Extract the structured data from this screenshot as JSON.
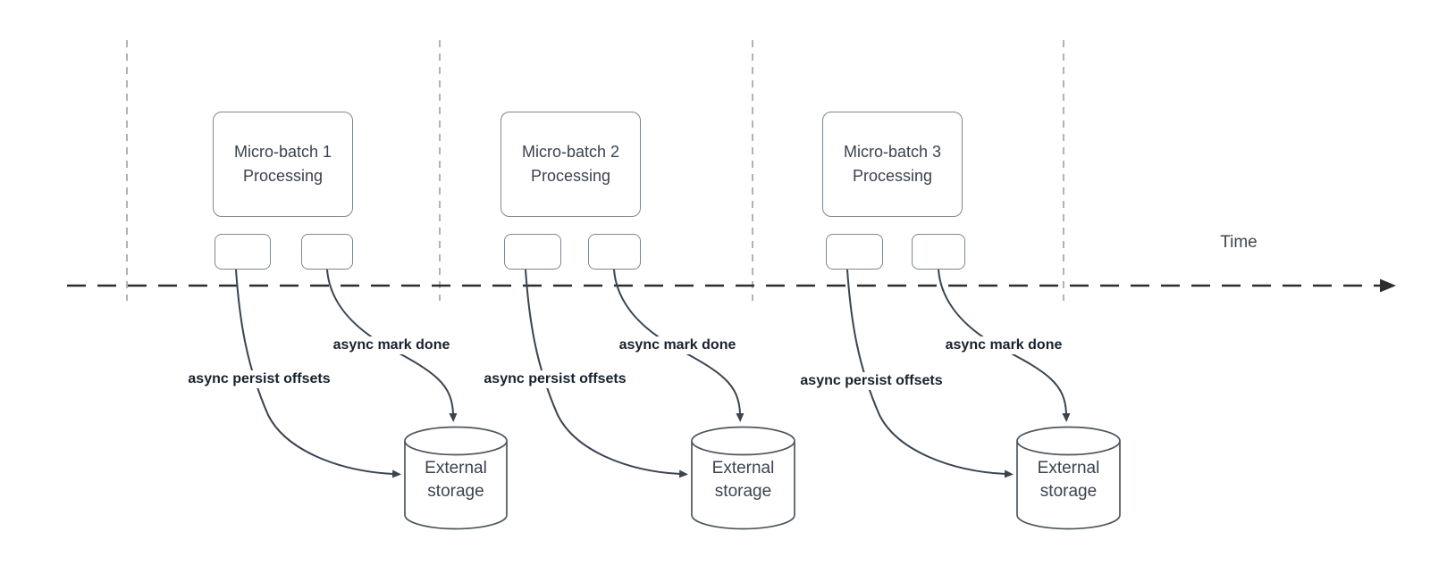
{
  "timeline": {
    "label": "Time"
  },
  "sections": [
    {
      "batch_title": "Micro-batch 1\nProcessing",
      "persist_label": "async persist offsets",
      "mark_done_label": "async mark done",
      "storage_label": "External\nstorage"
    },
    {
      "batch_title": "Micro-batch 2\nProcessing",
      "persist_label": "async persist offsets",
      "mark_done_label": "async mark done",
      "storage_label": "External\nstorage"
    },
    {
      "batch_title": "Micro-batch 3\nProcessing",
      "persist_label": "async persist offsets",
      "mark_done_label": "async mark done",
      "storage_label": "External\nstorage"
    }
  ],
  "colors": {
    "background": "#ffffff",
    "shape_border": "#7d8691",
    "arrow_stroke": "#3a4450",
    "guide_line": "#aaaaaa",
    "timeline_stroke": "#2d2d2d",
    "shape_text": "#3a434e",
    "flow_label_text": "#18222e"
  }
}
